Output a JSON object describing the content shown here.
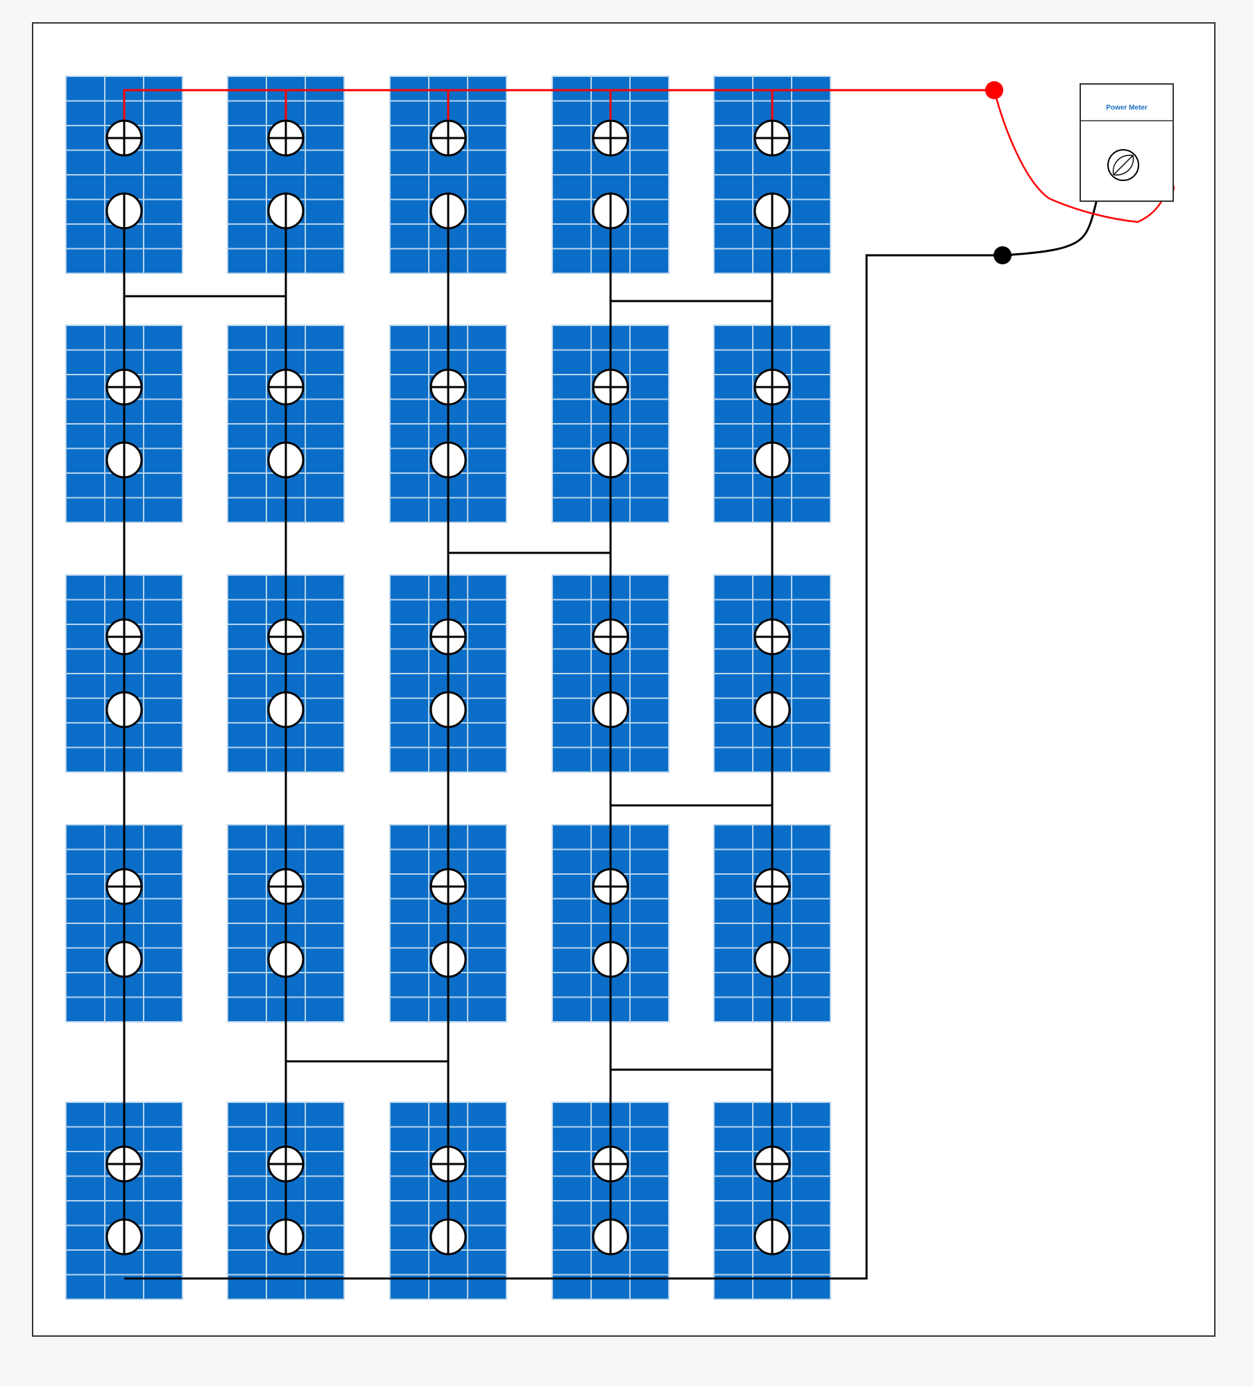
{
  "diagram": {
    "power_meter": {
      "label": "Power Meter"
    },
    "panels": {
      "rows": 5,
      "cols": 5
    },
    "colors": {
      "panel": "#0a6ec8",
      "panel_grid": "#b9d4ec",
      "positive_wire": "#ff0000",
      "negative_wire": "#000000",
      "terminal_fill": "#ffffff",
      "frame": "#333333",
      "canvas": "#ffffff",
      "page": "#f7f7f7",
      "meter_label": "#1a6fc0"
    }
  }
}
